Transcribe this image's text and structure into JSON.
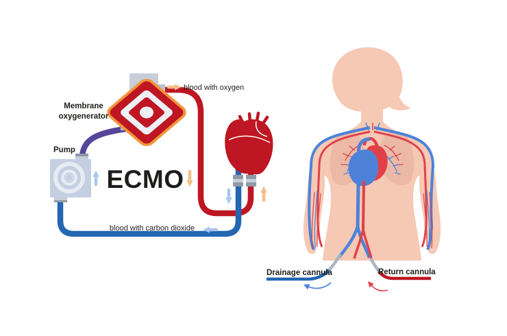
{
  "figure": {
    "title": "ECMO",
    "circuit": {
      "oxygenator_label": [
        "Membrane",
        "oxygenerator"
      ],
      "pump_label": "Pump",
      "oxygenated_flow_label": "blood with oxygen",
      "deoxygenated_flow_label": "blood with carbon dioxide"
    },
    "patient": {
      "drainage_cannula_label": "Drainage cannula",
      "return_cannula_label": "Return cannula"
    },
    "colors": {
      "tube_red": "#BE1622",
      "tube_blue": "#2366B1",
      "tube_purple": "#564699",
      "arrow_orange": "#F6BE88",
      "arrow_light_blue": "#A9C7ED",
      "diamond_orange_border": "#F2953B",
      "device_gray": "#C7CEDA",
      "pump_gray": "#C4CFE2",
      "connector_gray": "#8F99A7",
      "skin": "#F6C9B4",
      "lung": "#ECB9A6",
      "vessel_red": "#E04149",
      "vessel_blue": "#4D82D8",
      "text": "#1D1D1B"
    }
  }
}
